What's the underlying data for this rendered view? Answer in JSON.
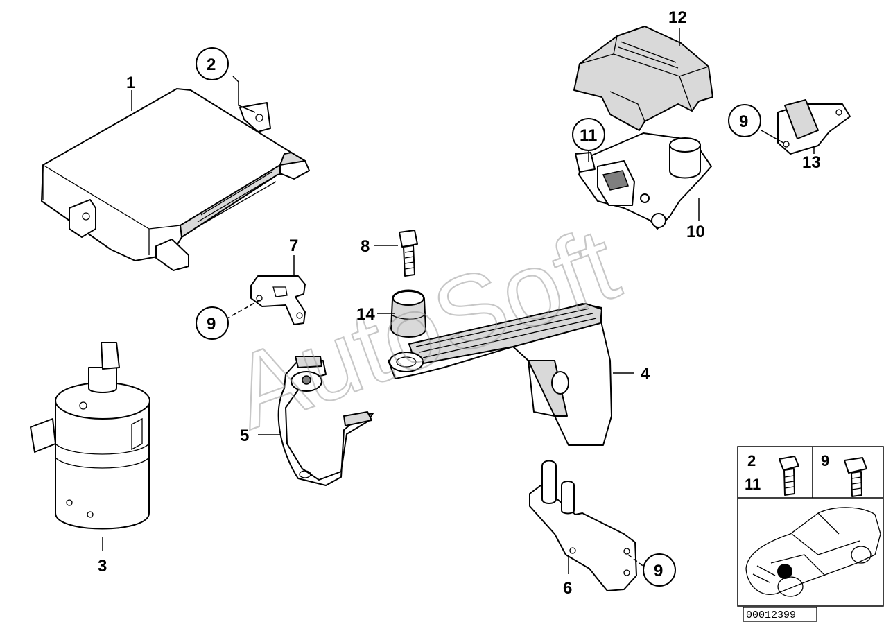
{
  "watermark": "AutoSoft",
  "reference_number": "00012399",
  "callouts": {
    "c1": "1",
    "c2": "2",
    "c3": "3",
    "c4": "4",
    "c5": "5",
    "c6": "6",
    "c7": "7",
    "c8": "8",
    "c9a": "9",
    "c9b": "9",
    "c9c": "9",
    "c10": "10",
    "c11": "11",
    "c12": "12",
    "c13": "13",
    "c14": "14"
  },
  "legend": {
    "left_top": "2",
    "left_bottom": "11",
    "right": "9"
  },
  "colors": {
    "line": "#000000",
    "fill": "#ffffff",
    "shade": "#d9d9d9",
    "watermark": "#9a9a9a"
  }
}
